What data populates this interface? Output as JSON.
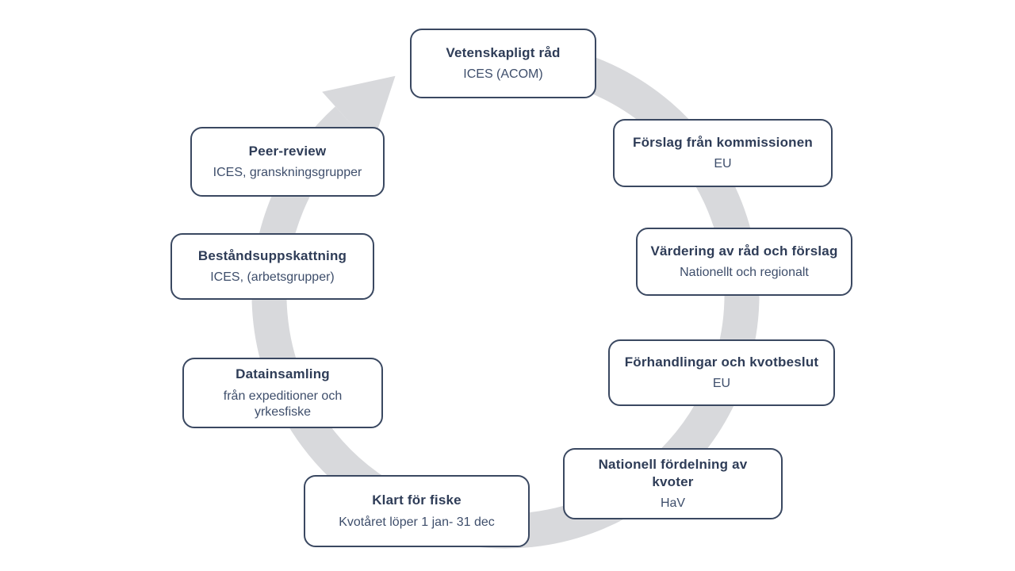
{
  "diagram": {
    "name": "fiskekvot-processcykel",
    "direction": "clockwise",
    "colors": {
      "background": "#FFFFFF",
      "cycle_arrow": "#D8D9DC",
      "box_border": "#3A4861",
      "title_text": "#2E3C57",
      "subtitle_text": "#3E4E6B"
    },
    "steps": [
      {
        "title": "Vetenskapligt råd",
        "subtitle": "ICES (ACOM)"
      },
      {
        "title": "Förslag från kommissionen",
        "subtitle": "EU"
      },
      {
        "title": "Värdering av råd och förslag",
        "subtitle": "Nationellt och regionalt"
      },
      {
        "title": "Förhandlingar och kvotbeslut",
        "subtitle": "EU"
      },
      {
        "title": "Nationell fördelning av kvoter",
        "subtitle": "HaV"
      },
      {
        "title": "Klart för fiske",
        "subtitle": "Kvotåret löper 1 jan- 31 dec"
      },
      {
        "title": "Datainsamling",
        "subtitle": "från expeditioner och yrkesfiske"
      },
      {
        "title": "Beståndsuppskattning",
        "subtitle": "ICES, (arbetsgrupper)"
      },
      {
        "title": "Peer-review",
        "subtitle": "ICES, granskningsgrupper"
      }
    ]
  }
}
